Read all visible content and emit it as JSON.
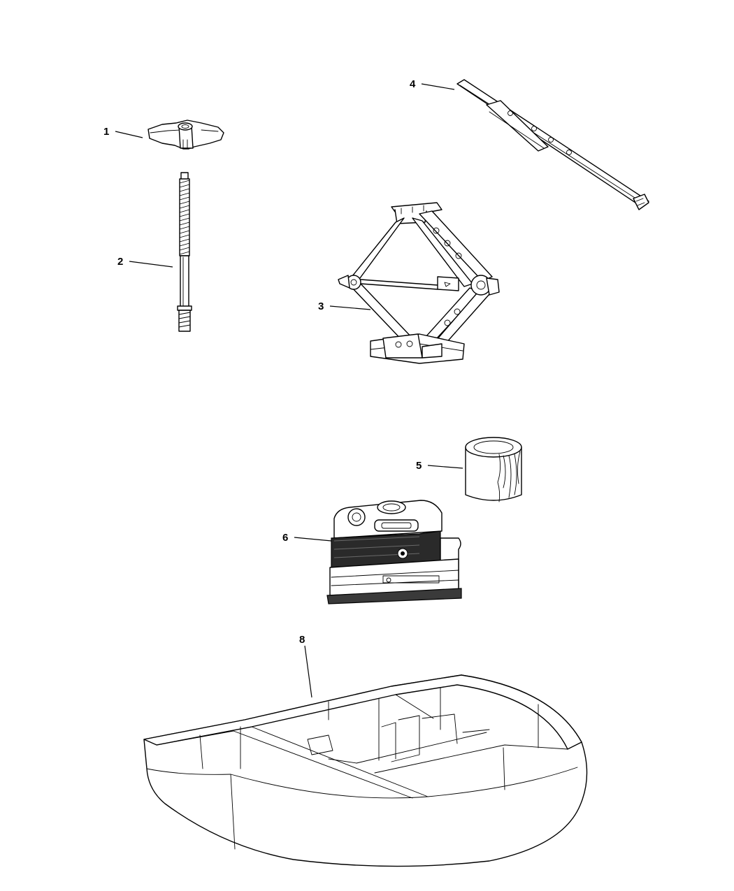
{
  "callouts": [
    {
      "id": "1",
      "label": "1"
    },
    {
      "id": "2",
      "label": "2"
    },
    {
      "id": "3",
      "label": "3"
    },
    {
      "id": "4",
      "label": "4"
    },
    {
      "id": "5",
      "label": "5"
    },
    {
      "id": "6",
      "label": "6"
    },
    {
      "id": "8",
      "label": "8"
    }
  ]
}
